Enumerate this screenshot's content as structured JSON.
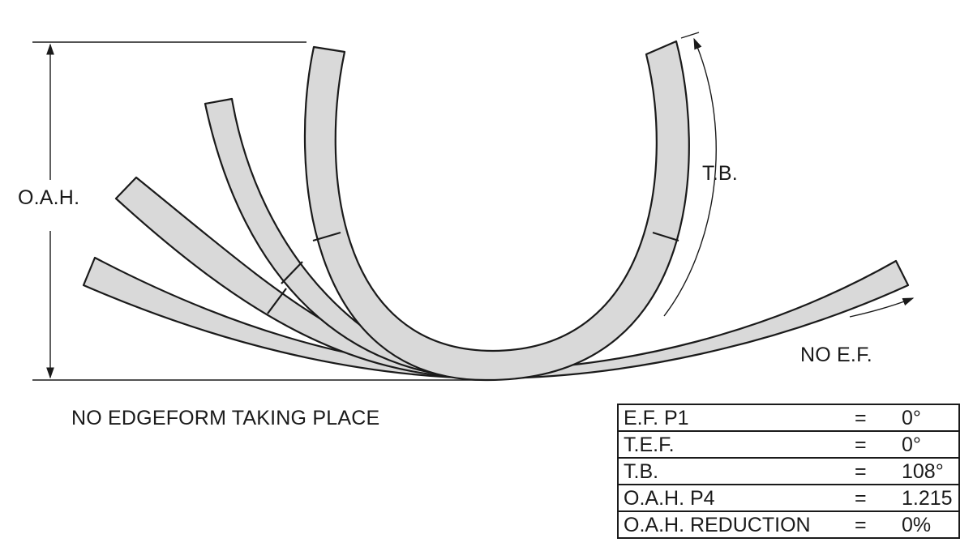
{
  "labels": {
    "oah": "O.A.H.",
    "tb": "T.B.",
    "no_ef": "NO E.F.",
    "caption": "NO EDGEFORM TAKING PLACE"
  },
  "table": {
    "rows": [
      {
        "key": "E.F. P1",
        "eq": "=",
        "value": "0°"
      },
      {
        "key": "T.E.F.",
        "eq": "=",
        "value": "0°"
      },
      {
        "key": "T.B.",
        "eq": "=",
        "value": "108°"
      },
      {
        "key": "O.A.H. P4",
        "eq": "=",
        "value": "1.215"
      },
      {
        "key": "O.A.H. REDUCTION",
        "eq": "=",
        "value": "0%"
      }
    ]
  },
  "colors": {
    "strip_fill": "#d9d9d9",
    "ink": "#1a1a1a",
    "background": "#ffffff"
  }
}
